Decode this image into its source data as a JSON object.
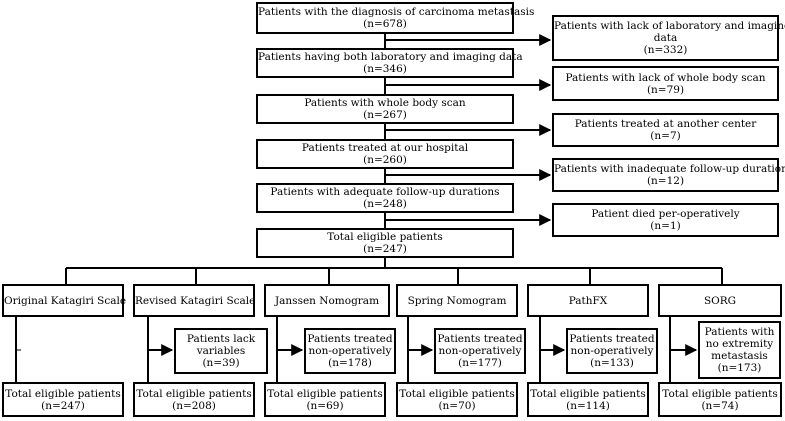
{
  "main_flow": [
    {
      "label": "Patients with the diagnosis of carcinoma metastasis",
      "count": "(n=678)"
    },
    {
      "label": "Patients having both laboratory and imaging data",
      "count": "(n=346)"
    },
    {
      "label": "Patients with whole body scan",
      "count": "(n=267)"
    },
    {
      "label": "Patients treated at our hospital",
      "count": "(n=260)"
    },
    {
      "label": "Patients with adequate follow-up durations",
      "count": "(n=248)"
    },
    {
      "label": "Total eligible patients",
      "count": "(n=247)"
    }
  ],
  "exclusions": [
    {
      "label": "Patients with lack of laboratory and imaging",
      "label2": "data",
      "count": "(n=332)"
    },
    {
      "label": "Patients with lack of whole body scan",
      "count": "(n=79)"
    },
    {
      "label": "Patients treated at another center",
      "count": "(n=7)"
    },
    {
      "label": "Patients with inadequate follow-up duration",
      "count": "(n=12)"
    },
    {
      "label": "Patient died per-operatively",
      "count": "(n=1)"
    }
  ],
  "models": [
    {
      "name": "Original Katagiri Scale",
      "final_label": "Total eligible patients",
      "final_count": "(n=247)"
    },
    {
      "name": "Revised Katagiri Scale",
      "excluded_line1": "Patients lack",
      "excluded_line2": "variables",
      "excluded_count": "(n=39)",
      "final_label": "Total eligible patients",
      "final_count": "(n=208)"
    },
    {
      "name": "Janssen Nomogram",
      "excluded_line1": "Patients treated",
      "excluded_line2": "non-operatively",
      "excluded_count": "(n=178)",
      "final_label": "Total eligible patients",
      "final_count": "(n=69)"
    },
    {
      "name": "Spring Nomogram",
      "excluded_line1": "Patients treated",
      "excluded_line2": "non-operatively",
      "excluded_count": "(n=177)",
      "final_label": "Total eligible patients",
      "final_count": "(n=70)"
    },
    {
      "name": "PathFX",
      "excluded_line1": "Patients treated",
      "excluded_line2": "non-operatively",
      "excluded_count": "(n=133)",
      "final_label": "Total eligible patients",
      "final_count": "(n=114)"
    },
    {
      "name": "SORG",
      "excluded_line1": "Patients with",
      "excluded_line2": "no extremity",
      "excluded_line3": "metastasis",
      "excluded_count": "(n=173)",
      "final_label": "Total eligible patients",
      "final_count": "(n=74)"
    }
  ]
}
